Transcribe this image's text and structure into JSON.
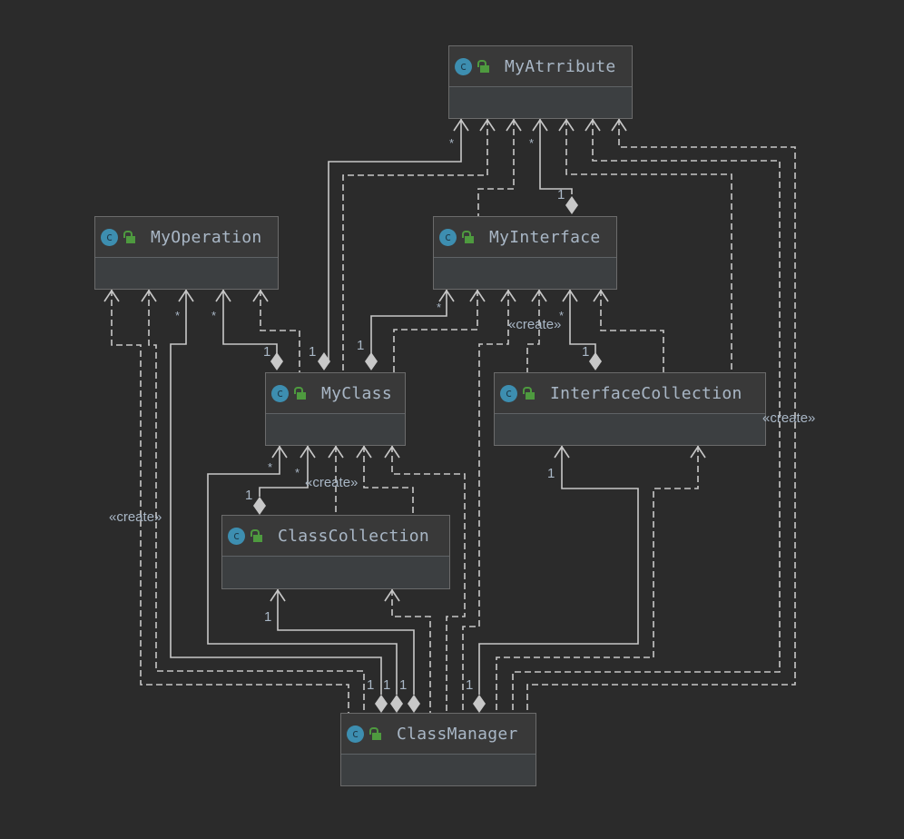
{
  "colors": {
    "background": "#2b2b2b",
    "line": "#c8c8c8",
    "text": "#a9b7c6",
    "class_icon": "#3d8eb0",
    "lock_icon": "#4e9a3f"
  },
  "classes": [
    {
      "id": "MyAtrribute",
      "name": "MyAtrribute",
      "icon": "class-icon",
      "visibility_icon": "public-lock-icon"
    },
    {
      "id": "MyOperation",
      "name": "MyOperation",
      "icon": "class-icon",
      "visibility_icon": "public-lock-icon"
    },
    {
      "id": "MyInterface",
      "name": "MyInterface",
      "icon": "class-icon",
      "visibility_icon": "public-lock-icon"
    },
    {
      "id": "MyClass",
      "name": "MyClass",
      "icon": "class-icon",
      "visibility_icon": "public-lock-icon"
    },
    {
      "id": "InterfaceCollection",
      "name": "InterfaceCollection",
      "icon": "class-icon",
      "visibility_icon": "public-lock-icon"
    },
    {
      "id": "ClassCollection",
      "name": "ClassCollection",
      "icon": "class-icon",
      "visibility_icon": "public-lock-icon"
    },
    {
      "id": "ClassManager",
      "name": "ClassManager",
      "icon": "class-icon",
      "visibility_icon": "public-lock-icon"
    }
  ],
  "class_icon_letter": "c",
  "relations": [
    {
      "from": "MyInterface",
      "to": "MyAtrribute",
      "type": "composition",
      "source_mult": "1",
      "target_mult": "*"
    },
    {
      "from": "MyClass",
      "to": "MyAtrribute",
      "type": "composition",
      "source_mult": "1",
      "target_mult": "*"
    },
    {
      "from": "MyClass",
      "to": "MyOperation",
      "type": "composition",
      "source_mult": "1",
      "target_mult": "*"
    },
    {
      "from": "MyClass",
      "to": "MyInterface",
      "type": "composition",
      "source_mult": "1",
      "target_mult": "*"
    },
    {
      "from": "InterfaceCollection",
      "to": "MyInterface",
      "type": "composition",
      "source_mult": "1",
      "target_mult": "*"
    },
    {
      "from": "ClassCollection",
      "to": "MyClass",
      "type": "composition",
      "source_mult": "1",
      "target_mult": "*"
    },
    {
      "from": "ClassManager",
      "to": "MyClass",
      "type": "composition",
      "source_mult": "1",
      "target_mult": "*"
    },
    {
      "from": "ClassManager",
      "to": "MyOperation",
      "type": "composition",
      "source_mult": "1",
      "target_mult": "*"
    },
    {
      "from": "ClassManager",
      "to": "ClassCollection",
      "type": "composition",
      "source_mult": "1",
      "target_mult": "1"
    },
    {
      "from": "ClassManager",
      "to": "InterfaceCollection",
      "type": "composition",
      "source_mult": "1",
      "target_mult": "1"
    },
    {
      "from": "MyClass",
      "to": "MyAtrribute",
      "type": "dependency"
    },
    {
      "from": "MyClass",
      "to": "MyOperation",
      "type": "dependency"
    },
    {
      "from": "MyClass",
      "to": "MyInterface",
      "type": "dependency"
    },
    {
      "from": "MyInterface",
      "to": "MyAtrribute",
      "type": "dependency"
    },
    {
      "from": "InterfaceCollection",
      "to": "MyInterface",
      "type": "dependency",
      "stereotype": "«create»"
    },
    {
      "from": "InterfaceCollection",
      "to": "MyInterface",
      "type": "dependency"
    },
    {
      "from": "InterfaceCollection",
      "to": "MyAtrribute",
      "type": "dependency"
    },
    {
      "from": "ClassCollection",
      "to": "MyClass",
      "type": "dependency",
      "stereotype": "«create»"
    },
    {
      "from": "ClassCollection",
      "to": "MyClass",
      "type": "dependency"
    },
    {
      "from": "ClassManager",
      "to": "MyOperation",
      "type": "dependency",
      "stereotype": "«create»"
    },
    {
      "from": "ClassManager",
      "to": "MyOperation",
      "type": "dependency"
    },
    {
      "from": "ClassManager",
      "to": "MyClass",
      "type": "dependency"
    },
    {
      "from": "ClassManager",
      "to": "ClassCollection",
      "type": "dependency"
    },
    {
      "from": "ClassManager",
      "to": "MyInterface",
      "type": "dependency"
    },
    {
      "from": "ClassManager",
      "to": "InterfaceCollection",
      "type": "dependency"
    },
    {
      "from": "ClassManager",
      "to": "MyAtrribute",
      "type": "dependency",
      "stereotype": "«create»"
    },
    {
      "from": "ClassManager",
      "to": "MyAtrribute",
      "type": "dependency"
    }
  ],
  "labels": {
    "create": "«create»",
    "one": "1",
    "many": "*"
  }
}
